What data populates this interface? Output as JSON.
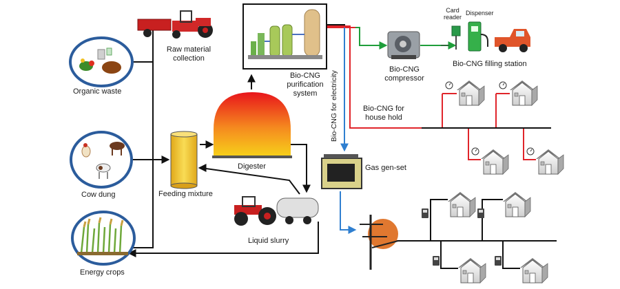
{
  "nodes": {
    "organic_waste": {
      "label": "Organic waste",
      "icon": "organic-waste-icon"
    },
    "cow_dung": {
      "label": "Cow dung",
      "icon": "cow-dung-icon"
    },
    "energy_crops": {
      "label": "Energy crops",
      "icon": "energy-crops-icon"
    },
    "raw_material": {
      "line1": "Raw material",
      "line2": "collection",
      "icon": "tractor-trailer-icon"
    },
    "feeding_mixture": {
      "label": "Feeding mixture",
      "icon": "feeding-tank-icon"
    },
    "digester": {
      "label": "Digester",
      "icon": "digester-dome-icon"
    },
    "liquid_slurry": {
      "label": "Liquid slurry",
      "icon": "slurry-tanker-icon"
    },
    "purification": {
      "line1": "Bio-CNG",
      "line2": "purification",
      "line3": "system",
      "icon": "purification-plant-icon"
    },
    "compressor": {
      "line1": "Bio-CNG",
      "line2": "compressor",
      "icon": "compressor-icon"
    },
    "card_reader": {
      "line1": "Card",
      "line2": "reader",
      "icon": "card-reader-icon"
    },
    "dispenser": {
      "label": "Dispenser",
      "icon": "fuel-dispenser-icon"
    },
    "filling_station": {
      "label": "Bio-CNG filling station",
      "icon": "truck-icon"
    },
    "household": {
      "line1": "Bio-CNG for",
      "line2": "house hold",
      "icon": "house-icon"
    },
    "electricity": {
      "label": "Bio-CNG for electricity"
    },
    "gen_set": {
      "label": "Gas gen-set",
      "icon": "generator-icon"
    },
    "grid": {
      "icon": "transformer-pole-icon"
    }
  },
  "colors": {
    "flow_black": "#111111",
    "gas_red": "#e0242a",
    "filling_green": "#1f9e3a",
    "electricity_blue": "#2f7fd0",
    "source_circle": "#2b5c9c",
    "digester_top": "#e8151b",
    "digester_bottom": "#f7d21a",
    "tank_yellow": "#f5c52a"
  }
}
